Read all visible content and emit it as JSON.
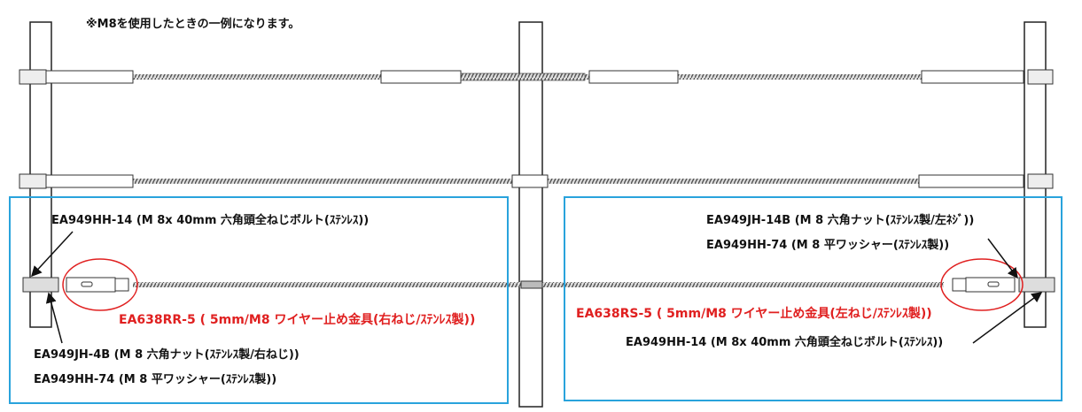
{
  "note": "※M8を使用したときの一例になります。",
  "left_detail": {
    "bolt": "EA949HH-14 (M 8x 40mm 六角頭全ねじボルト(ｽﾃﾝﾚｽ))",
    "fitting": "EA638RR-5 ( 5mm/M8 ワイヤー止め金具(右ねじ/ｽﾃﾝﾚｽ製))",
    "nut": "EA949JH-4B (M 8 六角ナット(ｽﾃﾝﾚｽ製/右ねじ))",
    "washer": "EA949HH-74 (M 8  平ワッシャー(ｽﾃﾝﾚｽ製))"
  },
  "right_detail": {
    "nut": "EA949JH-14B (M 8 六角ナット(ｽﾃﾝﾚｽ製/左ﾈｼﾞ))",
    "washer": "EA949HH-74 (M 8  平ワッシャー(ｽﾃﾝﾚｽ製))",
    "fitting": "EA638RS-5 ( 5mm/M8 ワイヤー止め金具(左ねじ/ｽﾃﾝﾚｽ製))",
    "bolt": "EA949HH-14 (M 8x 40mm 六角頭全ねじボルト(ｽﾃﾝﾚｽ))"
  },
  "colors": {
    "frame": "#29a3dc",
    "highlight": "#e02020"
  }
}
